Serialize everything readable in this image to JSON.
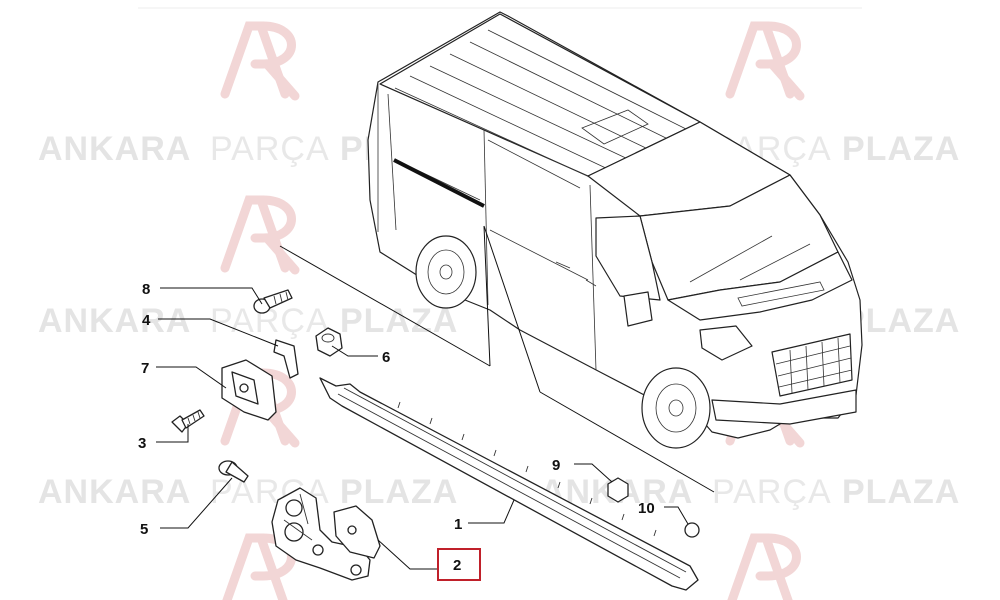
{
  "watermark": {
    "word1": "ANKARA",
    "word2": "PARÇA",
    "word3": "PLAZA",
    "logo_color": "#f4d9d9"
  },
  "callouts": [
    {
      "id": "1",
      "label": "1"
    },
    {
      "id": "2",
      "label": "2",
      "highlighted": true
    },
    {
      "id": "3",
      "label": "3"
    },
    {
      "id": "4",
      "label": "4"
    },
    {
      "id": "5",
      "label": "5"
    },
    {
      "id": "6",
      "label": "6"
    },
    {
      "id": "7",
      "label": "7"
    },
    {
      "id": "8",
      "label": "8"
    },
    {
      "id": "9",
      "label": "9"
    },
    {
      "id": "10",
      "label": "10"
    }
  ],
  "highlight_color": "#c0202a"
}
